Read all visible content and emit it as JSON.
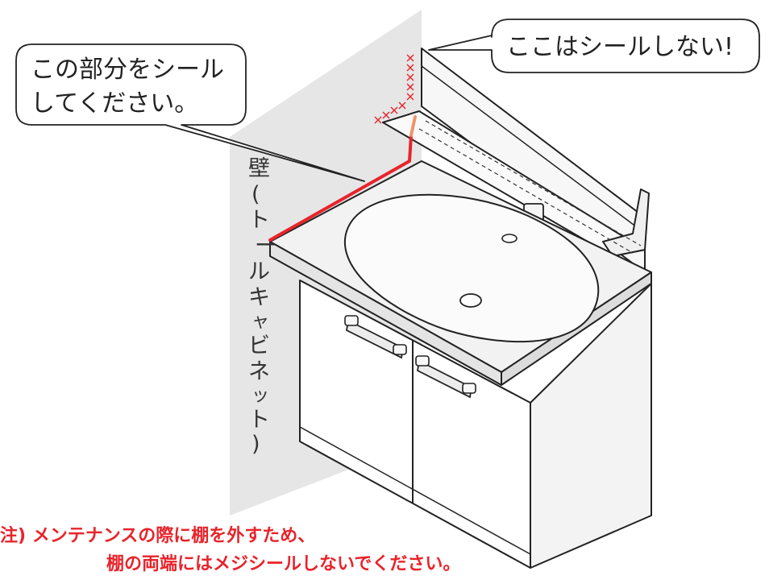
{
  "callout_left": {
    "line1": "この部分をシール",
    "line2": "してください。"
  },
  "callout_right": {
    "text": "ここはシールしない!"
  },
  "wall_label": {
    "text": "壁(トールキャビネット)",
    "chars": [
      "壁",
      "(",
      "ト",
      "ー",
      "ル",
      "キ",
      "ャ",
      "ビ",
      "ネ",
      "ッ",
      "ト",
      ")"
    ]
  },
  "note": {
    "line1": "注) メンテナンスの際に棚を外すため、",
    "line2": "棚の両端にはメジシールしないでください。"
  },
  "colors": {
    "seal_line": "#e8242b",
    "seal_line_light": "#f0946a",
    "no_seal_marks": "#e8242b",
    "wall": "#e6e6e6",
    "cabinet_top": "#f2f2f2",
    "stroke": "#222222"
  }
}
